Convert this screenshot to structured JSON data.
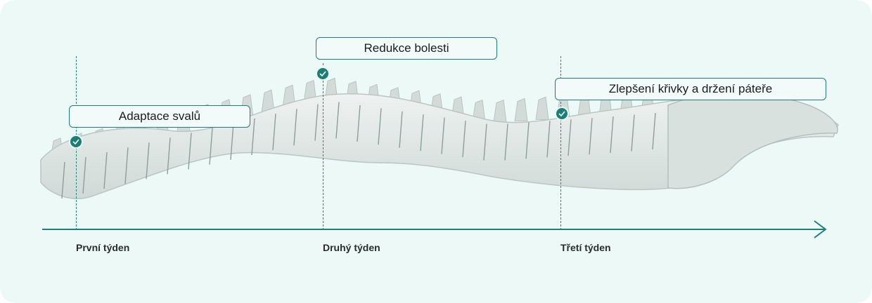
{
  "colors": {
    "background": "#ecf9f7",
    "accent": "#1a7e74",
    "bone": "#dde6e3"
  },
  "illustration": "spine-icon",
  "milestones": [
    {
      "title": "Adaptace svalů",
      "week": "První týden",
      "icon": "check-icon"
    },
    {
      "title": "Redukce bolesti",
      "week": "Druhý týden",
      "icon": "check-icon"
    },
    {
      "title": "Zlepšení křivky a držení páteře",
      "week": "Třetí týden",
      "icon": "check-icon"
    }
  ]
}
